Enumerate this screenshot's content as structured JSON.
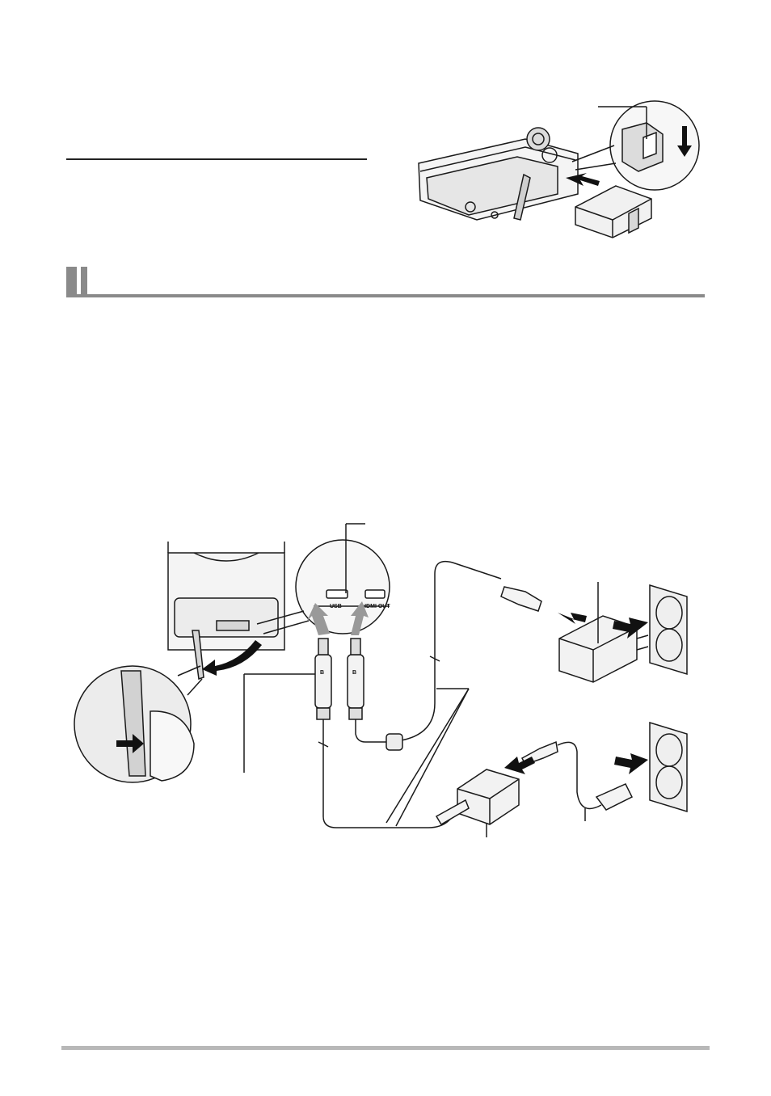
{
  "port_labels": {
    "usb": "USB",
    "hdmi": "HDMI OUT"
  },
  "plug_mark": "B",
  "colors": {
    "line": "#1a1a1a",
    "fill_light": "#f2f2f2",
    "fill_mid": "#cfcfcf",
    "rule_gray": "#8a8a8a",
    "footer_gray": "#b8b8b8"
  }
}
